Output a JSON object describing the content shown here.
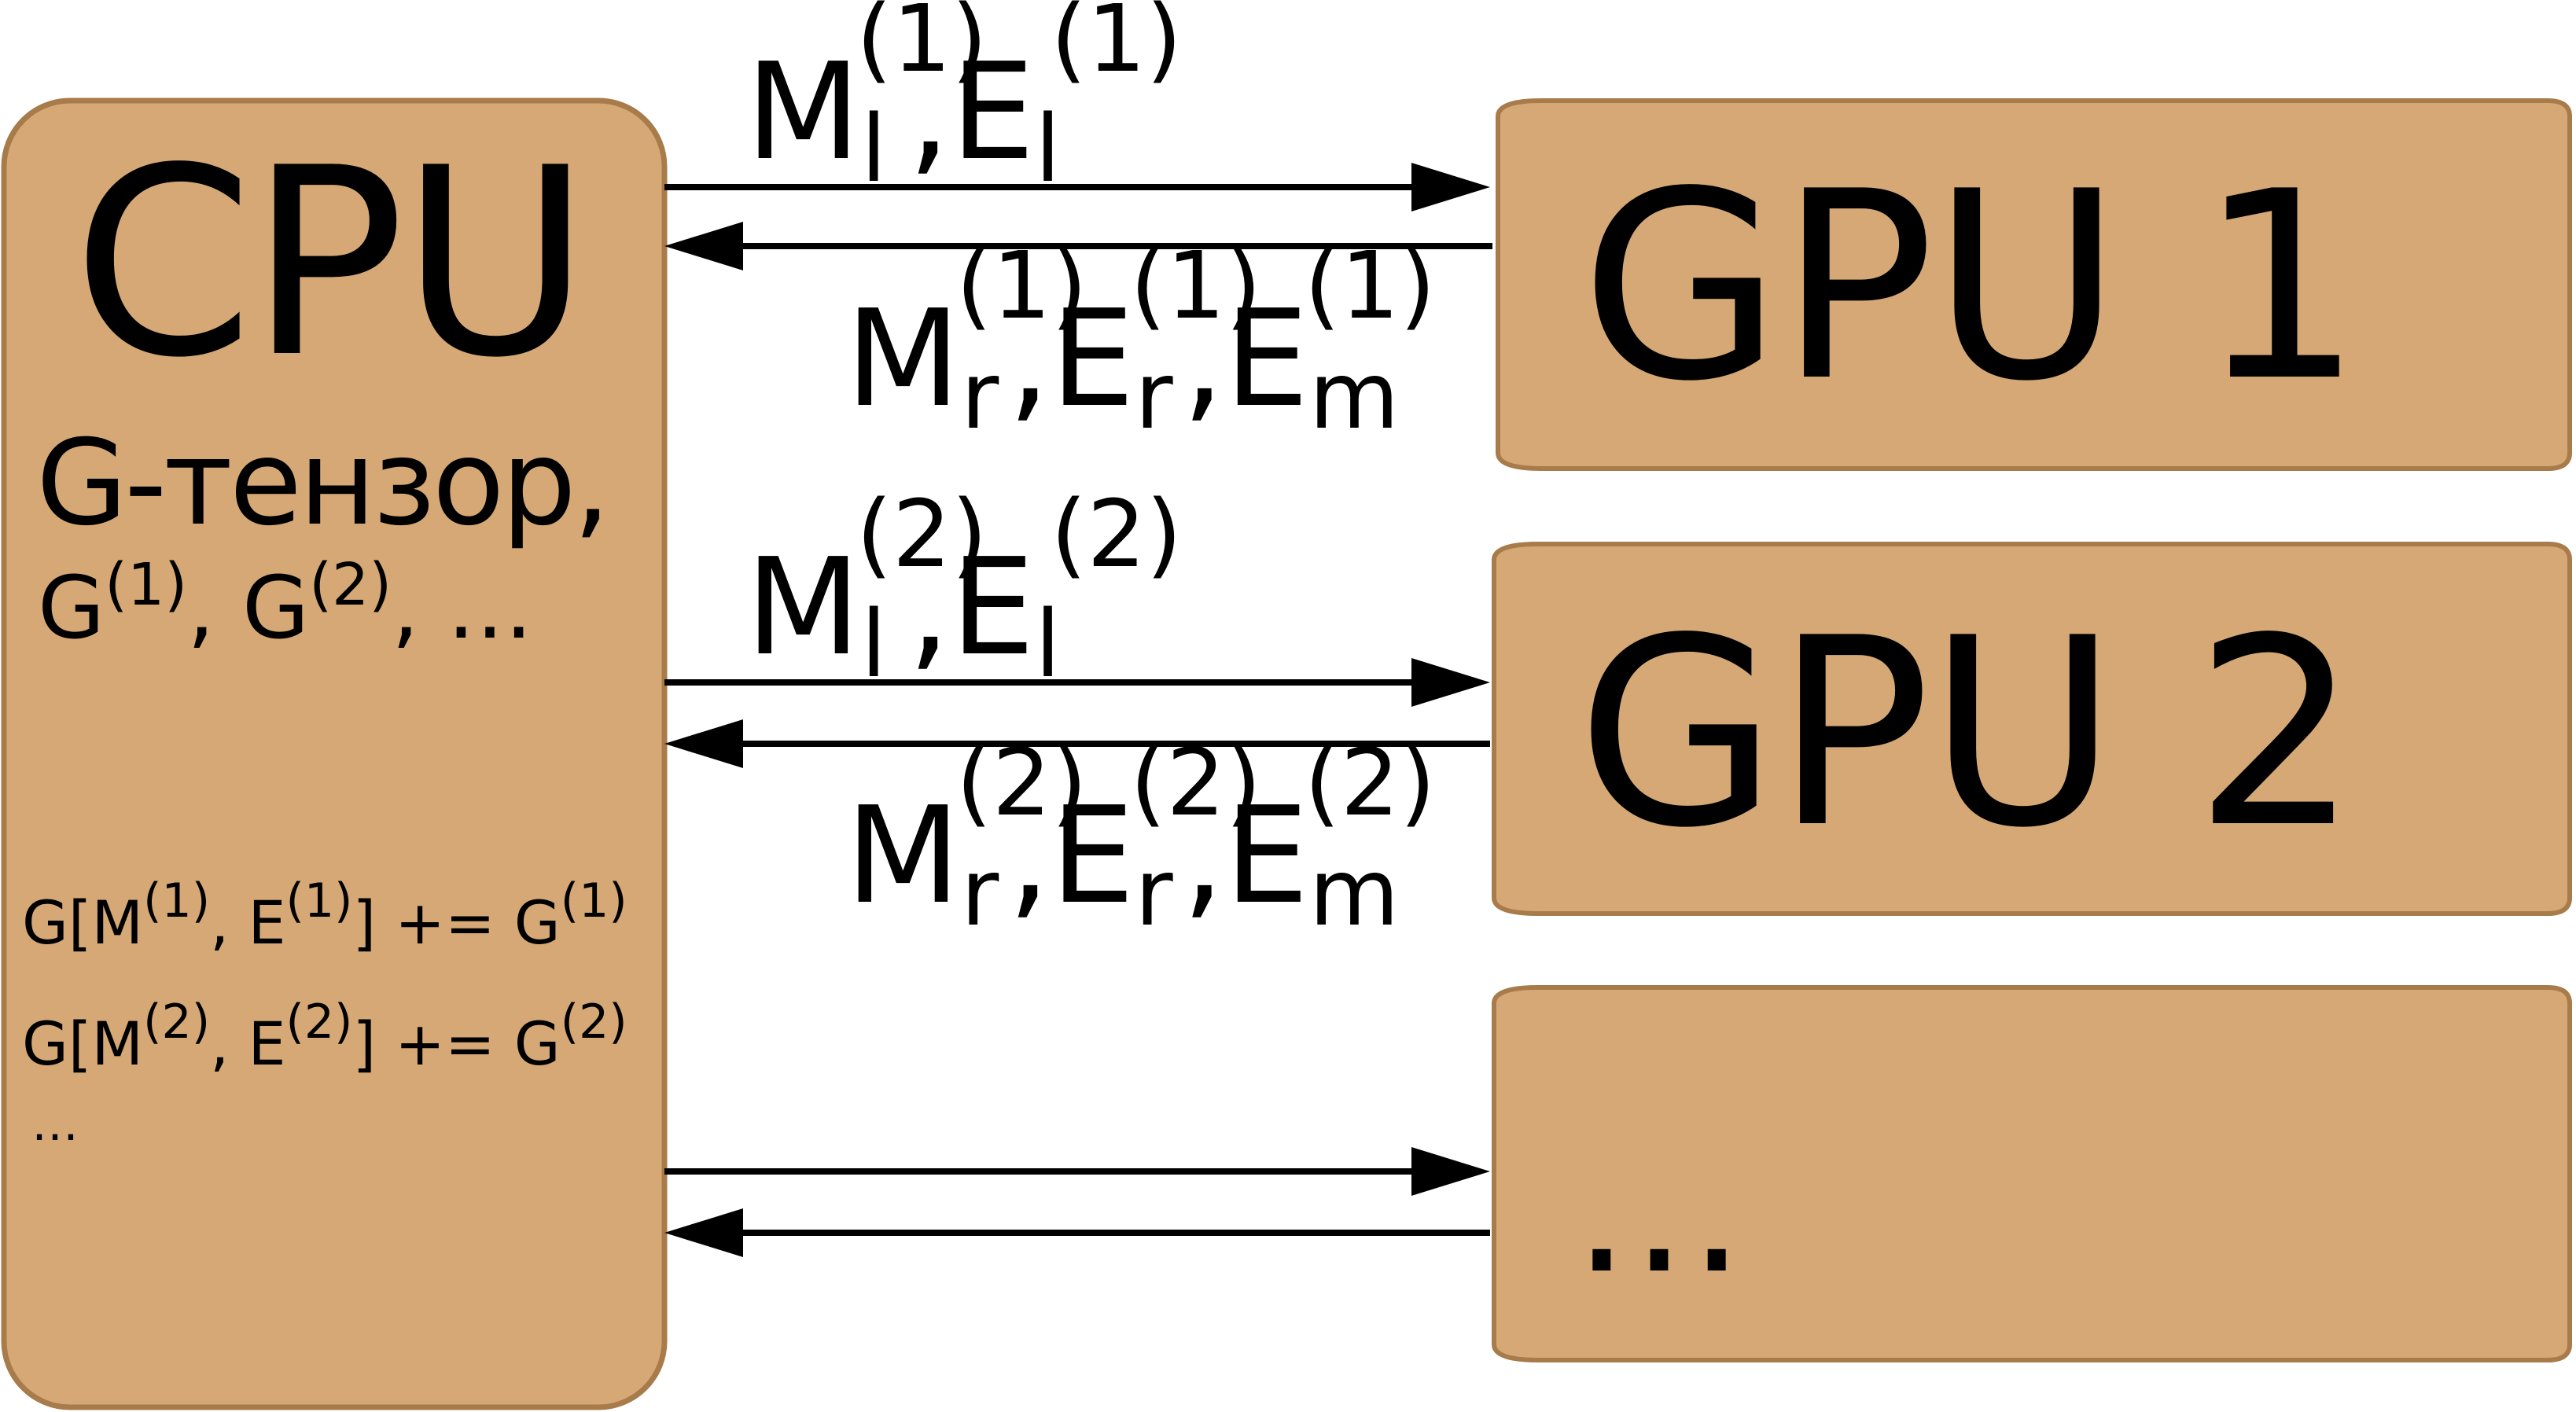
{
  "cpu": {
    "title": "CPU",
    "subtitle": "G-тензор,",
    "gradients": {
      "symbol": "G",
      "first_index": "(1)",
      "second_index": "(2)",
      "separator": ",",
      "ellipsis": "…"
    },
    "updates": [
      {
        "g": "G[M",
        "i1": "(1)",
        "mid": ", E",
        "i2": "(1)",
        "tail": "] += G",
        "i3": "(1)"
      },
      {
        "g": "G[M",
        "i1": "(2)",
        "mid": ", E",
        "i2": "(2)",
        "tail": "] += G",
        "i3": "(2)"
      }
    ],
    "updates_ellipsis": "…"
  },
  "gpus": [
    {
      "label": "GPU 1",
      "to_gpu": {
        "m": "M",
        "m_sub": "l",
        "m_sup": "(1)",
        "e": "E",
        "e_sub": "l",
        "e_sup": "(1)",
        "comma": ","
      },
      "from_gpu": {
        "m": "M",
        "m_sub": "r",
        "m_sup": "(1)",
        "e1": "E",
        "e1_sub": "r",
        "e1_sup": "(1)",
        "e2": "E",
        "e2_sub": "m",
        "e2_sup": "(1)",
        "comma": ","
      }
    },
    {
      "label": "GPU 2",
      "to_gpu": {
        "m": "M",
        "m_sub": "l",
        "m_sup": "(2)",
        "e": "E",
        "e_sub": "l",
        "e_sup": "(2)",
        "comma": ","
      },
      "from_gpu": {
        "m": "M",
        "m_sub": "r",
        "m_sup": "(2)",
        "e1": "E",
        "e1_sub": "r",
        "e1_sup": "(2)",
        "e2": "E",
        "e2_sub": "m",
        "e2_sup": "(2)",
        "comma": ","
      }
    },
    {
      "label": "…",
      "to_gpu": null,
      "from_gpu": null
    }
  ],
  "colors": {
    "block_fill": "#d5a875",
    "block_stroke": "#a87b4b",
    "arrow": "#000000"
  }
}
